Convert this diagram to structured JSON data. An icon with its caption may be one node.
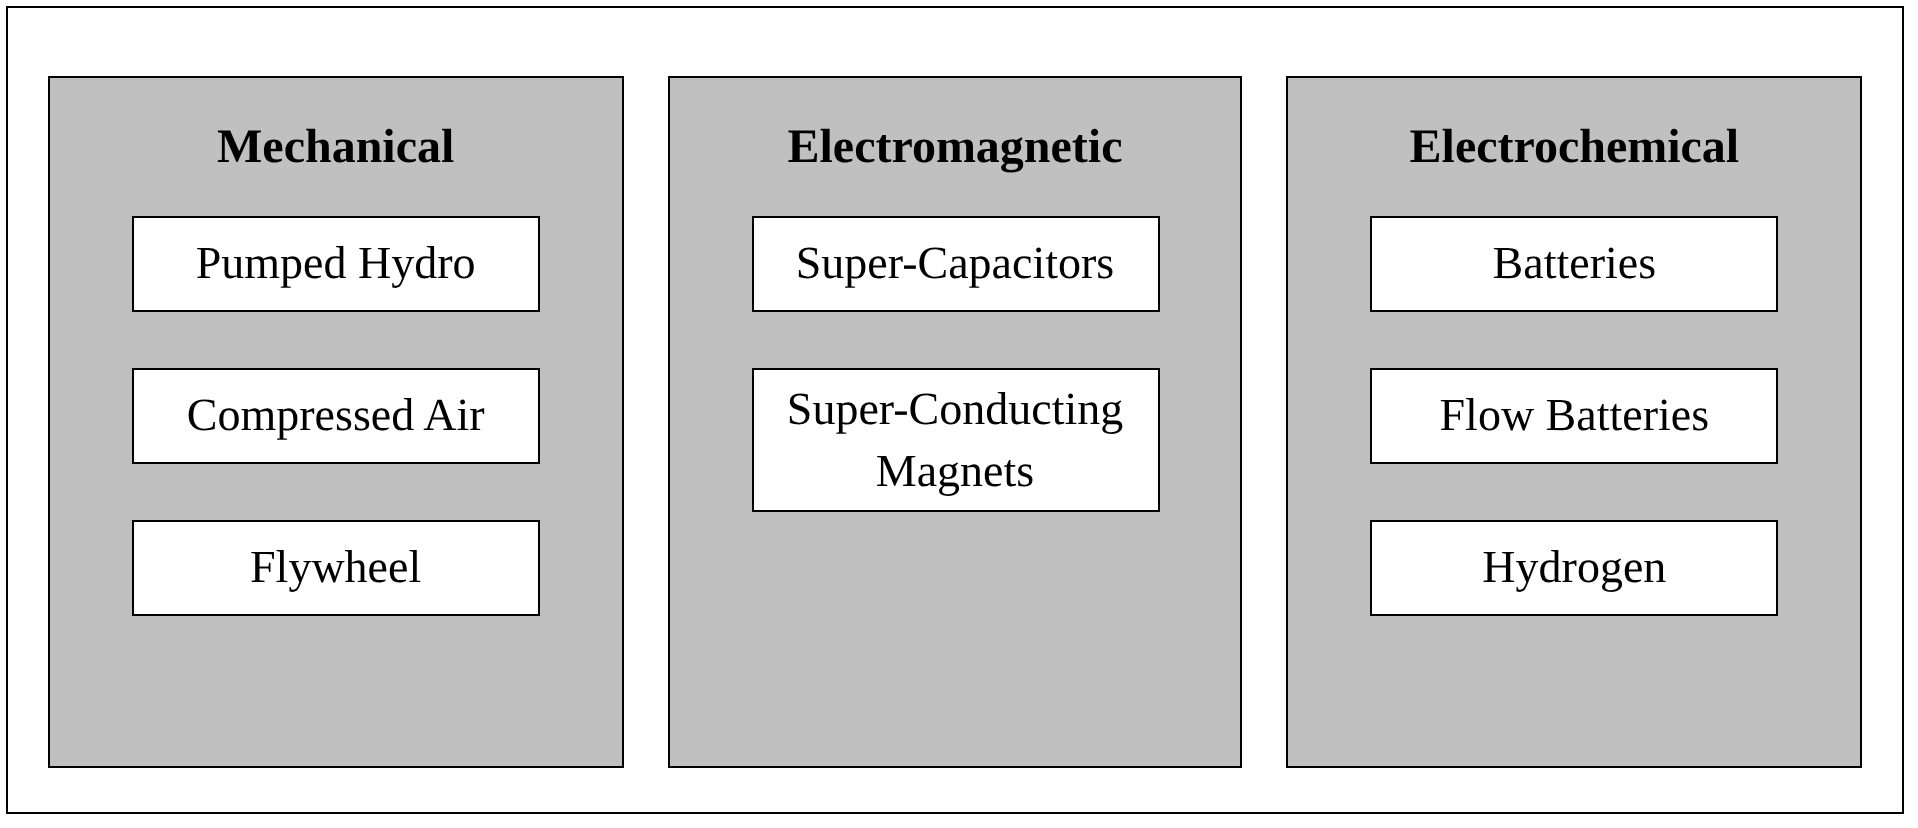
{
  "diagram": {
    "nodes": [
      {
        "text": [],
        "shape": "box"
      },
      {
        "text": [
          "Mechanical"
        ],
        "in": 0
      },
      {
        "text": [
          "Pumped Hydro"
        ],
        "in": 1
      },
      {
        "text": [
          "Compressed Air"
        ],
        "in": 1
      },
      {
        "text": [
          "Flywheel"
        ],
        "in": 1
      },
      {
        "text": [
          "Electromagnetic"
        ],
        "in": 0
      },
      {
        "text": [
          "Super-Capacitors"
        ],
        "in": 5
      },
      {
        "text": [
          "Super-Conducting Magnets"
        ],
        "in": 5
      },
      {
        "text": [
          "Electrochemical"
        ],
        "in": 0
      },
      {
        "text": [
          "Batteries"
        ],
        "in": 8
      },
      {
        "text": [
          "Flow Batteries"
        ],
        "in": 8
      },
      {
        "text": [
          "Hydrogen"
        ],
        "in": 8
      }
    ],
    "edges": []
  }
}
